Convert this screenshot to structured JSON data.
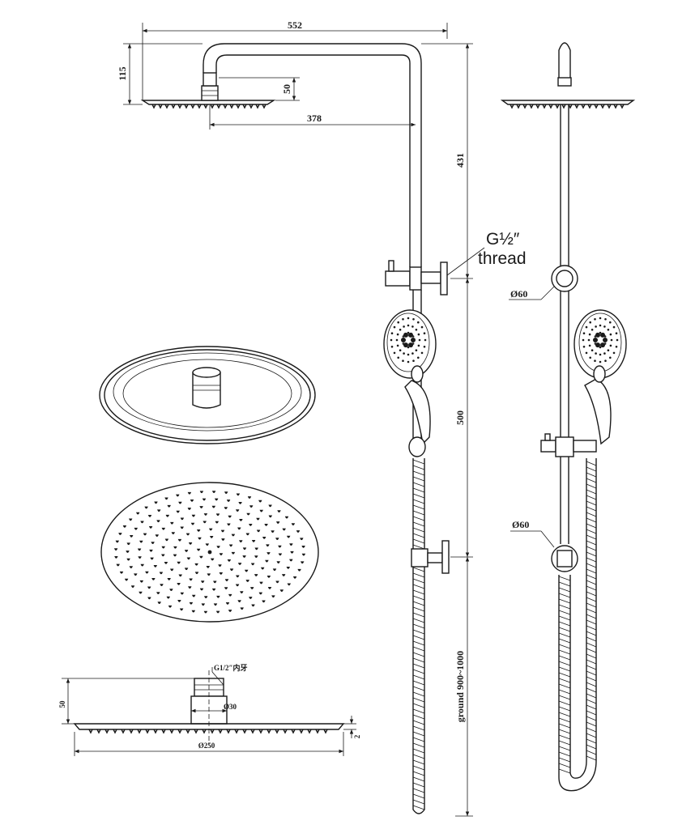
{
  "dimensions": {
    "arm_width": "552",
    "arm_drop": "115",
    "head_neck": "50",
    "arm_reach": "378",
    "upper_rail": "431",
    "rail_span": "500",
    "ground_height": "ground 900~1000",
    "bracket_dia_top": "Ø60",
    "bracket_dia_bottom": "Ø60",
    "head_side_height": "50",
    "head_thread_dia": "Ø30",
    "head_plate_thickness": "2",
    "head_diameter": "Ø250"
  },
  "labels": {
    "thread_line1": "G½″",
    "thread_line2": "thread",
    "head_thread_note": "G1/2″内牙"
  }
}
